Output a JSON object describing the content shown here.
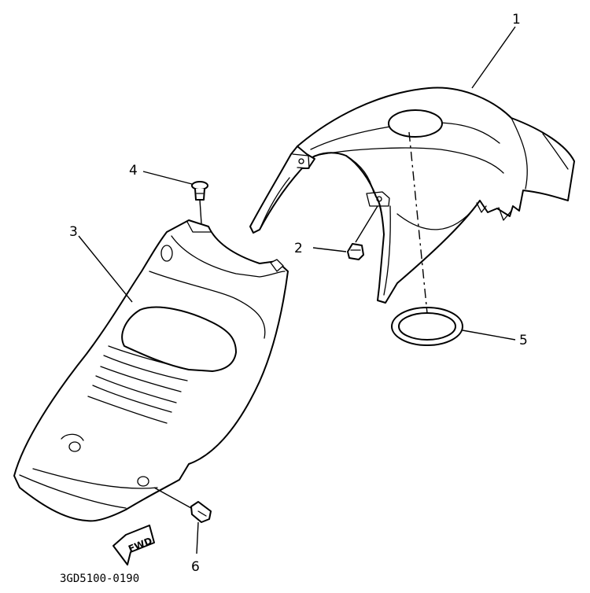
{
  "diagram": {
    "callouts": [
      {
        "number": "1",
        "part": "upper-cover"
      },
      {
        "number": "2",
        "part": "nut"
      },
      {
        "number": "3",
        "part": "seat-cover"
      },
      {
        "number": "4",
        "part": "screw"
      },
      {
        "number": "5",
        "part": "ring"
      },
      {
        "number": "6",
        "part": "bolt"
      }
    ],
    "fwd_label": "FWD",
    "part_code": "3GD5100-0190"
  }
}
